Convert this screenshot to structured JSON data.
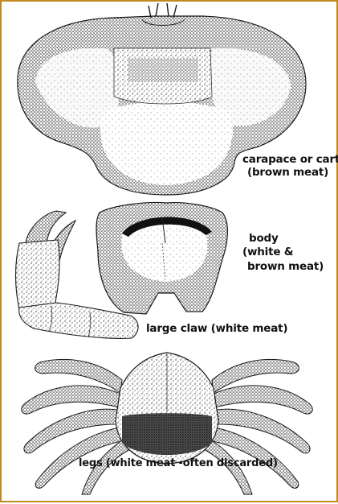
{
  "labels": {
    "carapace_line1": "carapace or cart",
    "carapace_line2": "(brown meat)",
    "body_line1": "body",
    "body_line2": "(white &",
    "body_line3": "brown meat)",
    "claw": "large claw (white meat)",
    "legs": "legs (white  meat -often discarded)"
  },
  "colors": {
    "border": "#c08a1e",
    "ink": "#1a1a1a",
    "background": "#ffffff"
  }
}
